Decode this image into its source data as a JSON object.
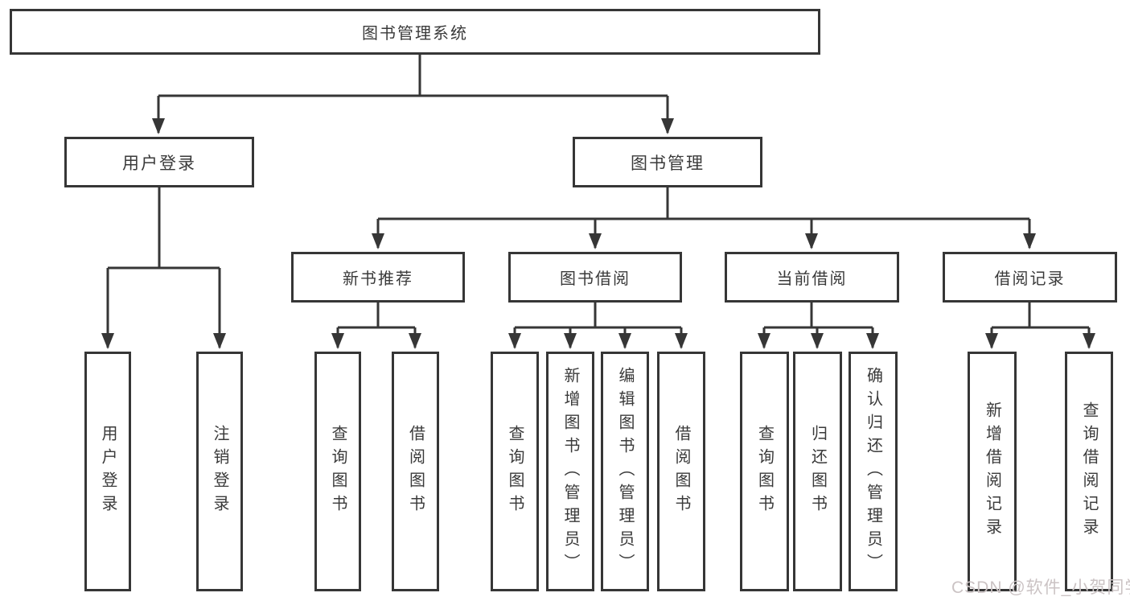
{
  "colors": {
    "line": "#363636",
    "text": "#3a3a3a",
    "background": "#ffffff",
    "watermark": "#cbc3c4"
  },
  "tree": {
    "root": {
      "label": "图书管理系统"
    },
    "children": [
      {
        "label": "用户登录",
        "children": [
          {
            "label": "用户登录"
          },
          {
            "label": "注销登录"
          }
        ]
      },
      {
        "label": "图书管理",
        "children": [
          {
            "label": "新书推荐",
            "children": [
              {
                "label": "查询图书"
              },
              {
                "label": "借阅图书"
              }
            ]
          },
          {
            "label": "图书借阅",
            "children": [
              {
                "label": "查询图书"
              },
              {
                "label": "新增图书（管理员）"
              },
              {
                "label": "编辑图书（管理员）"
              },
              {
                "label": "借阅图书"
              }
            ]
          },
          {
            "label": "当前借阅",
            "children": [
              {
                "label": "查询图书"
              },
              {
                "label": "归还图书"
              },
              {
                "label": "确认归还（管理员）"
              }
            ]
          },
          {
            "label": "借阅记录",
            "children": [
              {
                "label": "新增借阅记录"
              },
              {
                "label": "查询借阅记录"
              }
            ]
          }
        ]
      }
    ]
  },
  "watermark": {
    "text": "CSDN @软件_小贺同学"
  }
}
